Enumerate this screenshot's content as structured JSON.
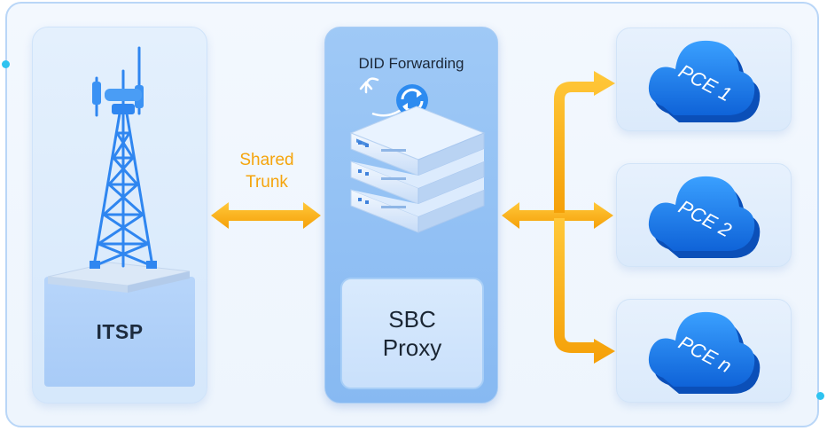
{
  "itsp": {
    "label": "ITSP"
  },
  "shared_trunk": {
    "line1": "Shared",
    "line2": "Trunk"
  },
  "sbc": {
    "forwarding_label": "DID Forwarding",
    "line1": "SBC",
    "line2": "Proxy"
  },
  "pce": [
    {
      "label": "PCE 1"
    },
    {
      "label": "PCE 2"
    },
    {
      "label": "PCE n"
    }
  ],
  "colors": {
    "arrow": "#f8b414",
    "trunk_text": "#f5a40c",
    "cloud": "#1a7ff0",
    "tower": "#2f86f0",
    "frame_border": "#b9d6f7"
  },
  "icons": [
    "cell-tower-icon",
    "server-stack-icon",
    "refresh-icon",
    "cloud-icon"
  ]
}
